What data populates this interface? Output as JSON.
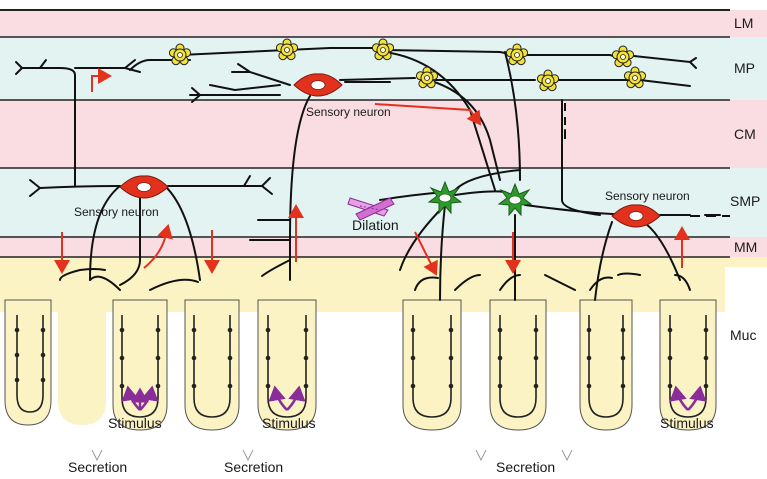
{
  "layers": [
    {
      "id": "LM",
      "label": "LM"
    },
    {
      "id": "MP",
      "label": "MP"
    },
    {
      "id": "CM",
      "label": "CM"
    },
    {
      "id": "SMP",
      "label": "SMP"
    },
    {
      "id": "MM",
      "label": "MM"
    },
    {
      "id": "Muc",
      "label": "Muc"
    }
  ],
  "labels": {
    "sensory_neuron": "Sensory neuron",
    "dilation": "Dilation",
    "stimulus": "Stimulus",
    "secretion": "Secretion"
  },
  "colors": {
    "muscle_layer": "#f9dde3",
    "plexus_layer": "#e3f3f1",
    "mucosa": "#fbf3c4",
    "sensory_neuron": "#e2321d",
    "interneuron": "#f2e23a",
    "secretomotor_neuron": "#2f9a2c",
    "dilation_vessel": "#d36fcf",
    "stimulus": "#8a2c9a",
    "secretion": "#3aa24a",
    "signal_arrow": "#e2321d"
  }
}
